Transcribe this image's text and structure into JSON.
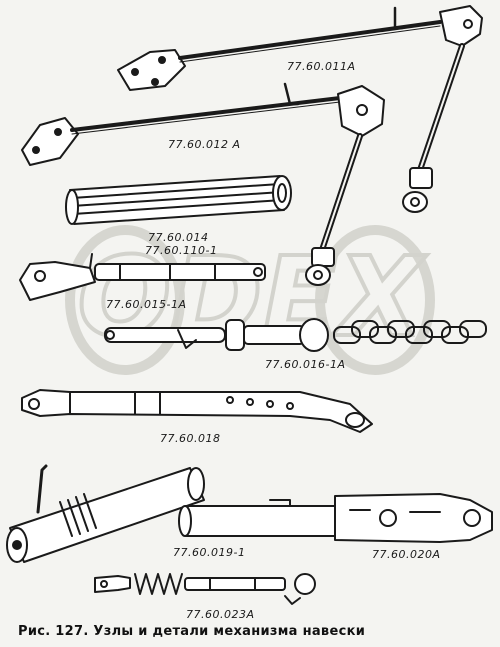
{
  "figure": {
    "caption": "Рис. 127. Узлы и детали механизма навески",
    "watermark": "ODEX"
  },
  "labels": {
    "p1": "77.60.011А",
    "p2": "77.60.012 А",
    "p3a": "77.60.014",
    "p3b": "77.60.110-1",
    "p4": "77.60.015-1А",
    "p5": "77.60.016-1А",
    "p6": "77.60.018",
    "p7": "77.60.019-1",
    "p8": "77.60.020А",
    "p9": "77.60.023А"
  },
  "colors": {
    "ink": "#1a1a1a",
    "paper": "#f4f4f1",
    "watermark": "#d9d9d4"
  }
}
